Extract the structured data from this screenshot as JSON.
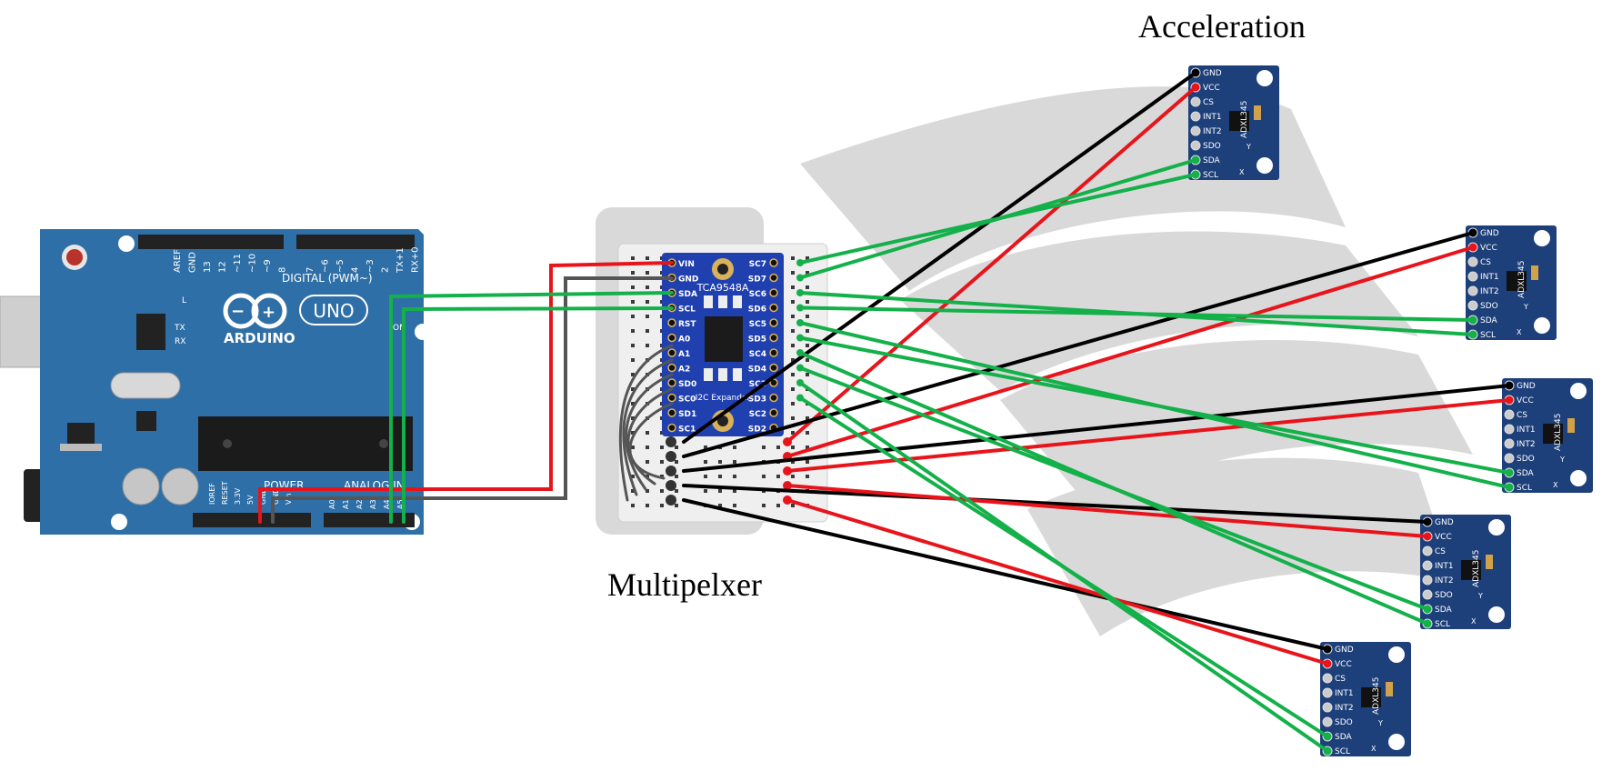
{
  "labels": {
    "acceleration": "Acceleration",
    "multiplexer": "Multipelxer"
  },
  "arduino": {
    "brand": "ARDUINO",
    "model": "UNO",
    "digital_header": "DIGITAL (PWM~)",
    "power_header": "POWER",
    "analog_header": "ANALOG IN",
    "pin_labels_top": [
      "AREF",
      "GND",
      "13",
      "12",
      "~11",
      "~10",
      "~9",
      "8",
      "7",
      "~6",
      "~5",
      "4",
      "~3",
      "2",
      "TX+1",
      "RX+0"
    ],
    "pin_labels_power": [
      "IOREF",
      "RESET",
      "3.3V",
      "5V",
      "GND",
      "GND",
      "Vin"
    ],
    "pin_labels_analog": [
      "A0",
      "A1",
      "A2",
      "A3",
      "A4",
      "A5"
    ],
    "led_labels": [
      "L",
      "TX",
      "RX"
    ],
    "on_label": "ON"
  },
  "multiplexer": {
    "chip_name": "TCA9548A",
    "chip_subtitle": "I2C Expander",
    "left_pins": [
      "VIN",
      "GND",
      "SDA",
      "SCL",
      "RST",
      "A0",
      "A1",
      "A2",
      "SD0",
      "SC0",
      "SD1",
      "SC1"
    ],
    "right_pins": [
      "SC7",
      "SD7",
      "SC6",
      "SD6",
      "SC5",
      "SD5",
      "SC4",
      "SD4",
      "SC3",
      "SD3",
      "SC2",
      "SD2"
    ]
  },
  "sensor": {
    "model": "ADXL345",
    "pins": [
      "GND",
      "VCC",
      "CS",
      "INT1",
      "INT2",
      "SDO",
      "SDA",
      "SCL"
    ],
    "axes": [
      "X",
      "Y"
    ]
  },
  "colors": {
    "board_blue": "#2f6fa7",
    "sensor_blue": "#1d3f7a",
    "mux_blue": "#2140b0",
    "wire_red": "#e8141b",
    "wire_black": "#000000",
    "wire_green": "#14b04a",
    "wire_gray": "#555555",
    "watermark": "#d7d7d7"
  }
}
